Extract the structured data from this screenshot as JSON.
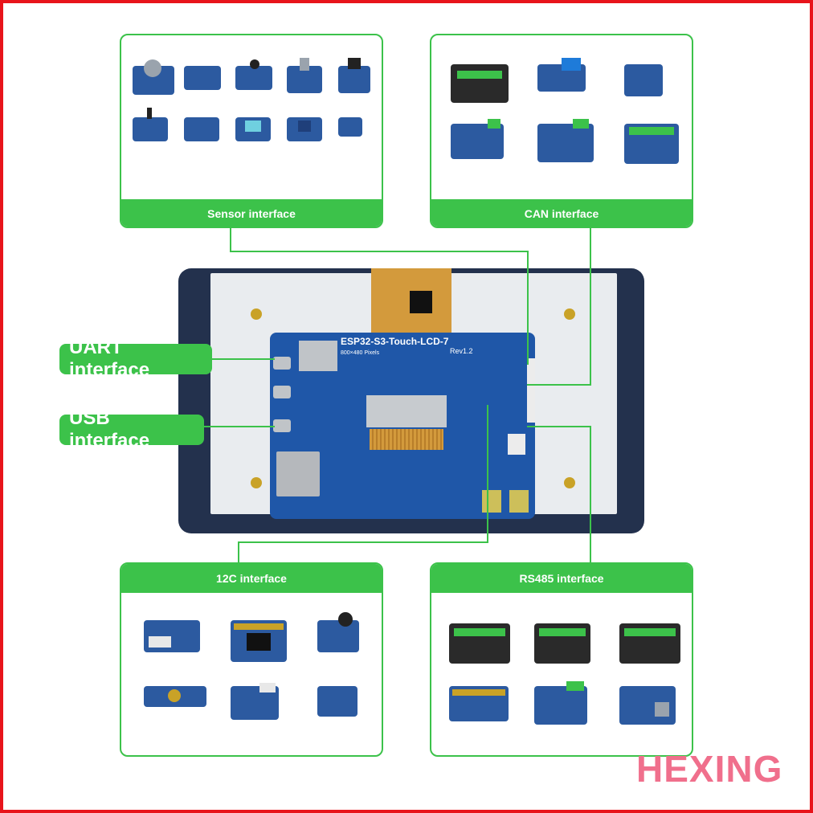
{
  "panels": {
    "sensor": {
      "label": "Sensor interface"
    },
    "can": {
      "label": "CAN interface"
    },
    "i2c": {
      "label": "12C interface"
    },
    "rs485": {
      "label": "RS485 interface"
    }
  },
  "callouts": {
    "uart": "UART interface",
    "usb": "USB interface"
  },
  "board": {
    "title": "ESP32-S3-Touch-LCD-7",
    "subtitle": "800×480 Pixels",
    "revision": "Rev1.2"
  },
  "brand": "HEXING",
  "colors": {
    "accent": "#3cc24a",
    "frame": "#e8141b",
    "board": "#1f57a8",
    "brand": "#f06f8c"
  }
}
